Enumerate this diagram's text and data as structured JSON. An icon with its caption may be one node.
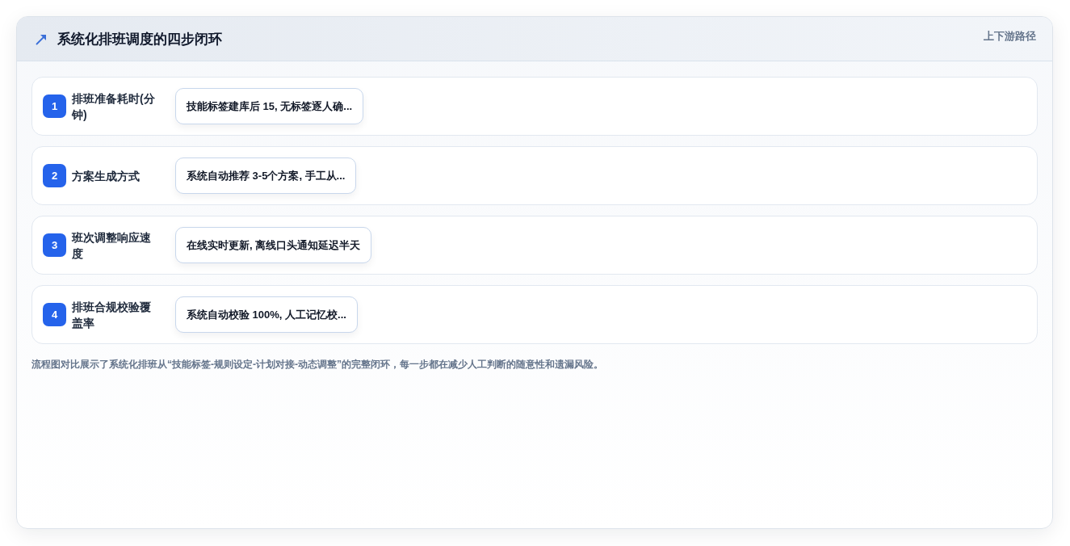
{
  "diagram": {
    "title": "系统化排班调度的四步闭环",
    "caption": "流程图对比展示了系统化排班从“技能标签-规则设定-计划对接-动态调整”的完整闭环，每一步都在减少人工判断的随意性和遗漏风险。",
    "nodes": [
      {
        "text": [
          "排班准备耗时(分钟)"
        ]
      },
      {
        "text": [
          "1"
        ],
        "in": 0
      },
      {
        "text": [
          "技能标签建库后 15, 无标签逐人确..."
        ],
        "in": 0
      },
      {
        "text": [
          "方案生成方式"
        ]
      },
      {
        "text": [
          "2"
        ],
        "in": 3
      },
      {
        "text": [
          "系统自动推荐 3-5个方案, 手工从..."
        ],
        "in": 3
      },
      {
        "text": [
          "班次调整响应速度"
        ]
      },
      {
        "text": [
          "3"
        ],
        "in": 6
      },
      {
        "text": [
          "在线实时更新, 离线口头通知延迟半天"
        ],
        "in": 6
      },
      {
        "text": [
          "排班合规校验覆盖率"
        ]
      },
      {
        "text": [
          "4"
        ],
        "in": 9
      },
      {
        "text": [
          "系统自动校验 100%, 人工记忆校..."
        ],
        "in": 9
      }
    ],
    "labels": [
      "上下游路径"
    ]
  }
}
